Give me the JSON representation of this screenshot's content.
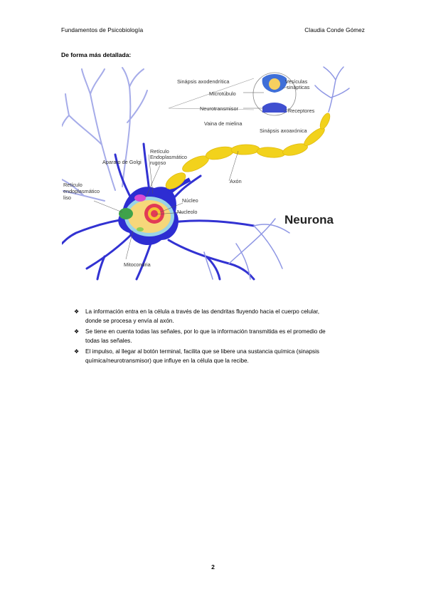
{
  "header": {
    "left": "Fundamentos de Psicobiología",
    "right": "Claudia Conde Gómez"
  },
  "subtitle": "De forma más detallada:",
  "figure": {
    "title": "Neurona",
    "labels": {
      "sinapsis_axodendritica": "Sinápsis axodendrítica",
      "microtubulo": "Microtúbulo",
      "neurotransmisor": "Neurotransmisor",
      "vesiculas_1": "Vesículas",
      "vesiculas_2": "sinápticas",
      "receptores": "Receptores",
      "sinapsis_axoaxonica": "Sinápsis axoaxónica",
      "vaina_mielina": "Vaina de mielina",
      "reticulo_rugoso_1": "Retículo",
      "reticulo_rugoso_2": "Endoplasmático",
      "reticulo_rugoso_3": "rugoso",
      "golgi": "Aparato de Golgi",
      "reticulo_liso_1": "Retículo",
      "reticulo_liso_2": "endoplasmático",
      "reticulo_liso_3": "liso",
      "axon": "Axón",
      "nucleo": "Núcleo",
      "nucleolo": "Nucleolo",
      "mitocondria": "Mitocondria"
    },
    "colors": {
      "cell": "#2f2fd6",
      "dendrite_light": "#9fa7e8",
      "myelin": "#f2d21c",
      "nucleus": "#e23a56"
    }
  },
  "bullets": [
    {
      "marker": "❖",
      "lines": [
        "La información entra en la célula a través de las dendritas fluyendo hacia el cuerpo celular,",
        "donde se procesa y envía al axón."
      ]
    },
    {
      "marker": "❖",
      "lines": [
        "Se tiene en cuenta todas las señales, por lo que la información transmitida es el promedio de",
        "todas las señales."
      ]
    },
    {
      "marker": "❖",
      "lines": [
        "El impulso, al llegar al botón terminal, facilita que se libere una sustancia química (sinapsis",
        "química/neurotransmisor) que influye en la célula que la recibe."
      ]
    }
  ],
  "page_number": "2"
}
